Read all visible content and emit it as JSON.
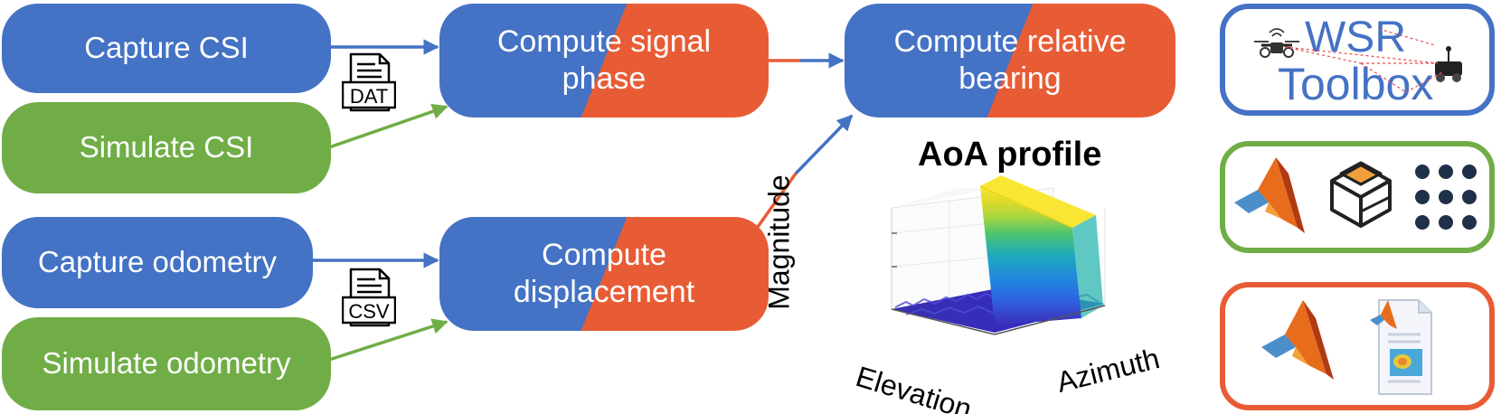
{
  "inputs": {
    "capture_csi": "Capture CSI",
    "simulate_csi": "Simulate CSI",
    "capture_odometry": "Capture odometry",
    "simulate_odometry": "Simulate odometry"
  },
  "files": {
    "dat": "DAT",
    "csv": "CSV"
  },
  "processing": {
    "signal_phase": "Compute signal\nphase",
    "displacement": "Compute\ndisplacement",
    "relative_bearing": "Compute relative\nbearing"
  },
  "aoa_plot": {
    "title": "AoA profile",
    "zlabel": "Magnitude",
    "xlabel": "Elevation",
    "ylabel": "Azimuth"
  },
  "toolbox_logo": {
    "line1": "WSR",
    "line2": "Toolbox"
  },
  "colors": {
    "blue": "#4472C4",
    "green": "#70AD47",
    "orange": "#E85C35"
  },
  "icons": {
    "green_panel": [
      "matlab-logo-icon",
      "cube-logo-icon",
      "dot-grid-icon"
    ],
    "orange_panel": [
      "matlab-logo-icon",
      "matlab-document-icon"
    ]
  }
}
